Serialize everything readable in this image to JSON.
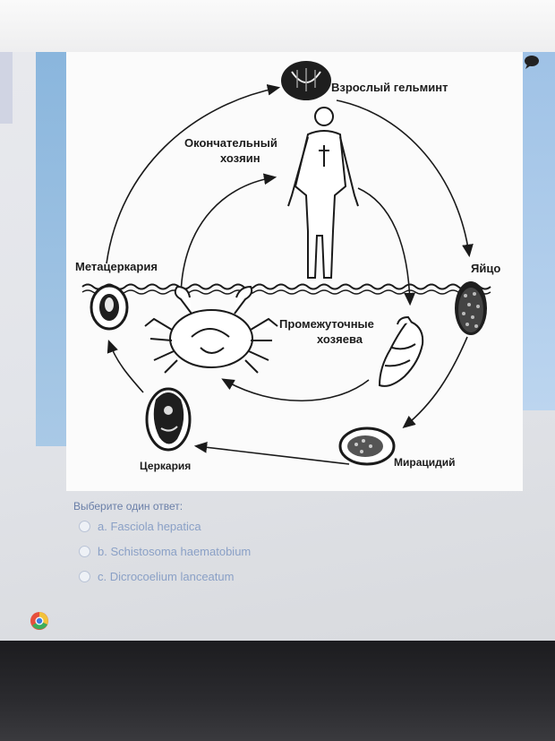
{
  "diagram": {
    "adult": "Взрослый гельминт",
    "definitive_host_line1": "Окончательный",
    "definitive_host_line2": "хозяин",
    "metacercaria": "Метацеркария",
    "egg": "Яйцо",
    "intermediate_line1": "Промежуточные",
    "intermediate_line2": "хозяева",
    "cercaria": "Церкария",
    "miracidium": "Мирацидий"
  },
  "question": {
    "prompt": "Выберите один ответ:",
    "options": [
      {
        "label": "a. Fasciola hepatica"
      },
      {
        "label": "b. Schistosoma haematobium"
      },
      {
        "label": "c. Dicrocoelium lanceatum"
      }
    ]
  },
  "colors": {
    "accent_text": "#8aa0c6",
    "prompt_text": "#6a7fa8",
    "band_blue": "#9fc2e6"
  },
  "icons": [
    "bell-icon",
    "chat-icon",
    "browser-icon"
  ]
}
